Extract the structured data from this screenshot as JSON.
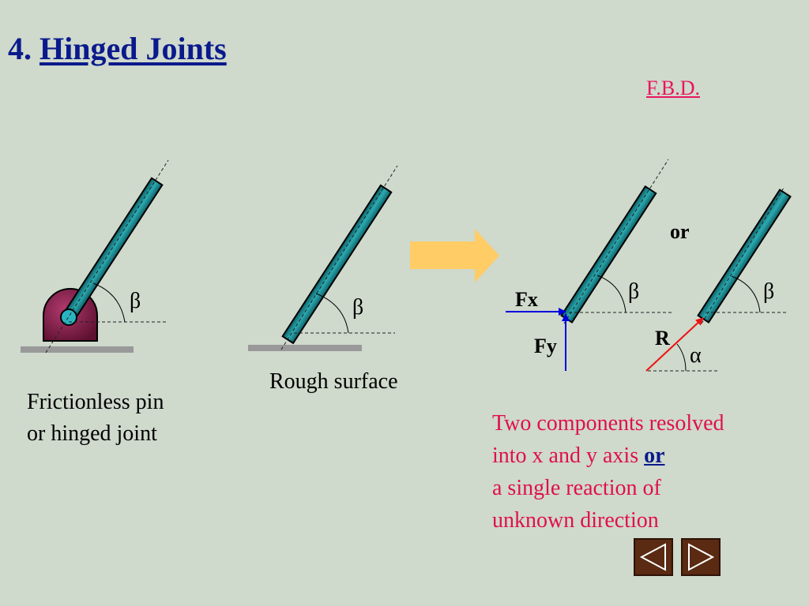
{
  "title": {
    "number": "4.",
    "text": "Hinged Joints"
  },
  "fbd_label": "F.B.D.",
  "labels": {
    "beta": "β",
    "alpha": "α",
    "fx": "Fx",
    "fy": "Fy",
    "r": "R",
    "or": "or"
  },
  "captions": {
    "pin_line1": "Frictionless pin",
    "pin_line2": "or hinged joint",
    "rough": "Rough surface"
  },
  "explanation": {
    "line1": "Two components resolved",
    "line2_prefix": "into x and y axis",
    "line2_or": "or",
    "line3": "a single reaction of",
    "line4": "unknown direction"
  },
  "navigation": {
    "prev_icon": "triangle-left-icon",
    "next_icon": "triangle-right-icon"
  },
  "colors": {
    "title": "#0a1a8c",
    "fbd": "#e8155e",
    "explanation": "#e0104a",
    "bar": "#1d8f8f",
    "arrow": "#ffcc66",
    "reaction": "#ee1111",
    "components": "#0000dd",
    "support": "#8c1e4e"
  }
}
